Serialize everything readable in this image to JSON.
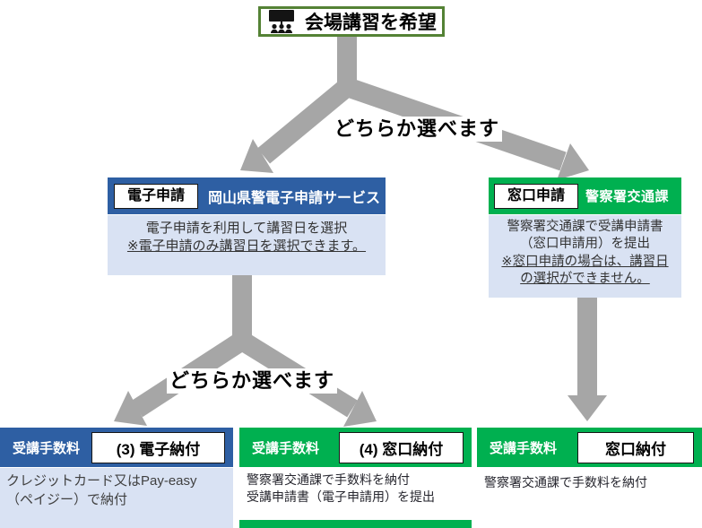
{
  "colors": {
    "blue": "#2e5fa3",
    "green": "#00b050",
    "top_box_border_green": "#548235",
    "lavender": "#d9e2f3",
    "arrow_gray": "#a6a6a6"
  },
  "top_box": {
    "icon": "audience-screen-icon",
    "label": "会場講習を希望"
  },
  "branch_labels": {
    "first": "どちらか選べます",
    "second": "どちらか選べます"
  },
  "electronic_application": {
    "badge": "電子申請",
    "title": "岡山県警電子申請サービス",
    "description": [
      "電子申請を利用して講習日を選択",
      "※電子申請のみ講習日を選択できます。"
    ]
  },
  "window_application": {
    "badge": "窓口申請",
    "title": "警察署交通課",
    "description": [
      "警察署交通課で受講申請書",
      "（窓口申請用）を提出",
      "※窓口申請の場合は、講習日",
      "の選択ができません。"
    ]
  },
  "fee_electronic_payment": {
    "label": "受講手数料",
    "badge": "(3) 電子納付",
    "description": [
      "クレジットカード又はPay-easy",
      "（ペイジー）で納付"
    ]
  },
  "fee_window_payment_4": {
    "label": "受講手数料",
    "badge": "(4) 窓口納付",
    "description": [
      "警察署交通課で手数料を納付",
      "受講申請書（電子申請用）を提出"
    ]
  },
  "fee_window_payment": {
    "label": "受講手数料",
    "badge": "窓口納付",
    "description": [
      "警察署交通課で手数料を納付"
    ]
  }
}
